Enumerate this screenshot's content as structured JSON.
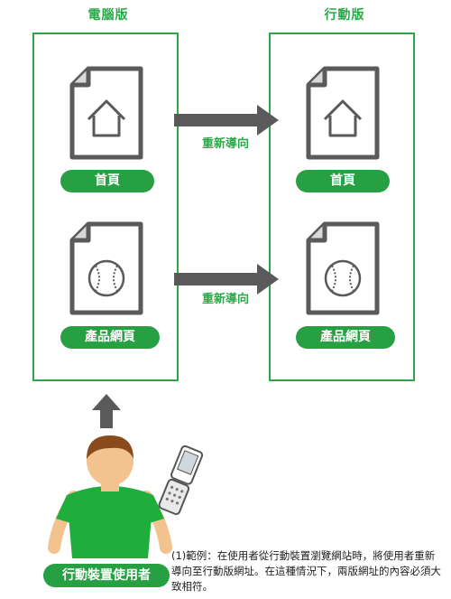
{
  "titles": {
    "desktop": "電腦版",
    "mobile": "行動版"
  },
  "desktop": {
    "home_label": "首頁",
    "product_label": "產品網頁"
  },
  "mobile": {
    "home_label": "首頁",
    "product_label": "產品網頁"
  },
  "redirect_label_top": "重新導向",
  "redirect_label_bottom": "重新導向",
  "user_label": "行動裝置使用者",
  "caption": "(1)範例：在使用者從行動裝置瀏覽網站時，將使用者重新導向至行動版網址。在這種情況下，兩版網址的內容必須大致相符。",
  "icons": [
    "home-page-icon",
    "baseball-page-icon",
    "right-arrow-icon",
    "up-arrow-icon",
    "person-icon",
    "flip-phone-icon"
  ],
  "colors": {
    "green": "#27a043",
    "gray": "#5a5a5a"
  }
}
